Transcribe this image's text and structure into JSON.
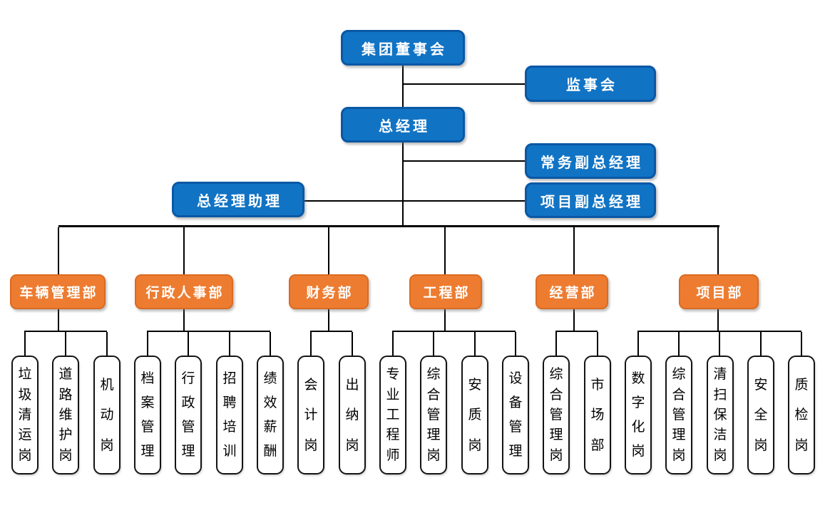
{
  "colors": {
    "box_blue": "#1173C4",
    "box_blue_border": "#0A58A5",
    "box_orange": "#ED7C31",
    "box_orange_border": "#DB6B20",
    "child_bg": "#FFFFFF",
    "child_border": "#141414",
    "line": "#000000",
    "text_light": "#FFFFFF",
    "text_dark": "#000000"
  },
  "executive": {
    "board": "集团董事会",
    "supervisory": "监事会",
    "general_manager": "总经理",
    "executive_deputy_gm": "常务副总经理",
    "gm_assistant": "总经理助理",
    "project_deputy_gm": "项目副总经理"
  },
  "departments": [
    {
      "label": "车辆管理部",
      "children": [
        "垃圾清运岗",
        "道路维护岗",
        "机动岗"
      ]
    },
    {
      "label": "行政人事部",
      "children": [
        "档案管理",
        "行政管理",
        "招聘培训",
        "绩效薪酬"
      ]
    },
    {
      "label": "财务部",
      "children": [
        "会计岗",
        "出纳岗"
      ]
    },
    {
      "label": "工程部",
      "children": [
        "专业工程师",
        "综合管理岗",
        "安质岗",
        "设备管理"
      ]
    },
    {
      "label": "经营部",
      "children": [
        "综合管理岗",
        "市场部"
      ]
    },
    {
      "label": "项目部",
      "children": [
        "数字化岗",
        "综合管理岗",
        "清扫保洁岗",
        "安全岗",
        "质检岗"
      ]
    }
  ]
}
